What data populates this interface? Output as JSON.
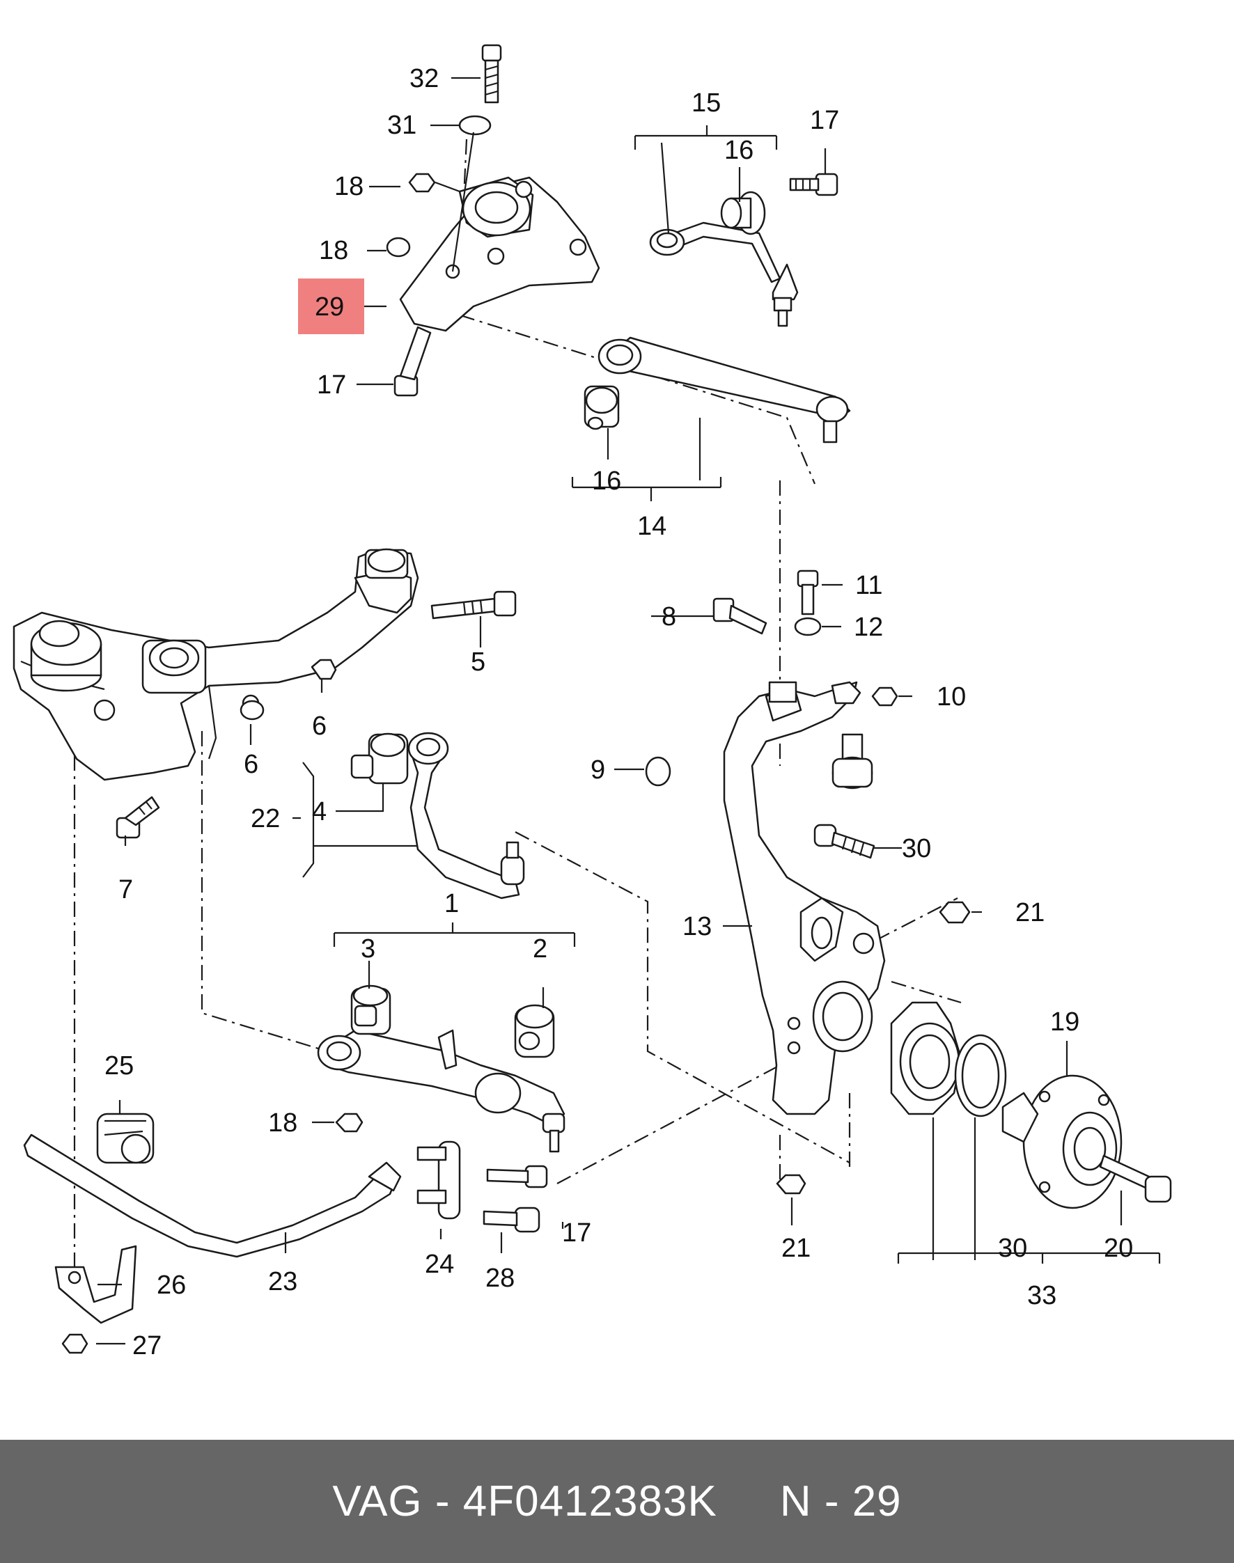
{
  "highlight_color": "#f08080",
  "callouts": {
    "c1": "1",
    "c2": "2",
    "c3": "3",
    "c4": "4",
    "c5": "5",
    "c6a": "6",
    "c6b": "6",
    "c7": "7",
    "c8": "8",
    "c9": "9",
    "c10": "10",
    "c11": "11",
    "c12": "12",
    "c13": "13",
    "c14": "14",
    "c15": "15",
    "c16a": "16",
    "c16b": "16",
    "c17a": "17",
    "c17b": "17",
    "c17c": "17",
    "c18a": "18",
    "c18b": "18",
    "c18c": "18",
    "c19": "19",
    "c20": "20",
    "c21a": "21",
    "c21b": "21",
    "c22": "22",
    "c23": "23",
    "c24": "24",
    "c25": "25",
    "c26": "26",
    "c27": "27",
    "c28": "28",
    "c29": "29",
    "c30a": "30",
    "c30b": "30",
    "c31": "31",
    "c32": "32",
    "c33": "33"
  },
  "footer": {
    "part_text": "VAG - 4F0412383K",
    "number_text": "N - 29"
  }
}
